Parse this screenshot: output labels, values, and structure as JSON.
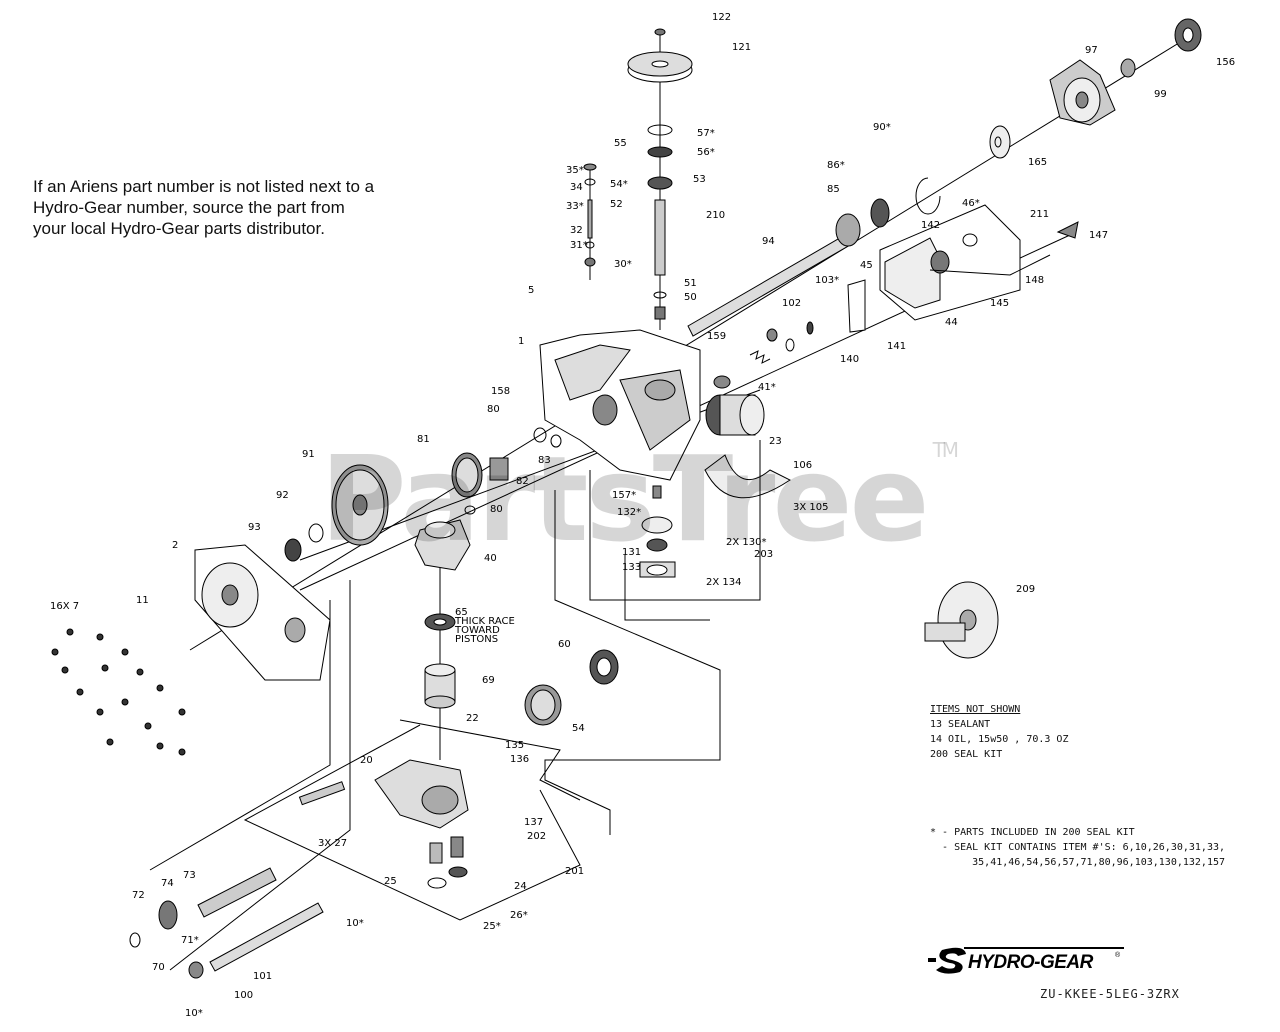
{
  "note": {
    "lines": [
      "If an Ariens part number is not listed next to a",
      "Hydro-Gear number, source the part from",
      "your local Hydro-Gear parts distributor."
    ]
  },
  "watermark": {
    "text": "PartsTree",
    "tm": "TM"
  },
  "callouts": [
    {
      "text": "122"
    },
    {
      "text": "121"
    },
    {
      "text": "57*"
    },
    {
      "text": "56*"
    },
    {
      "text": "55"
    },
    {
      "text": "54*"
    },
    {
      "text": "53"
    },
    {
      "text": "52"
    },
    {
      "text": "210"
    },
    {
      "text": "51"
    },
    {
      "text": "50"
    },
    {
      "text": "35*"
    },
    {
      "text": "34"
    },
    {
      "text": "33*"
    },
    {
      "text": "32"
    },
    {
      "text": "31*"
    },
    {
      "text": "30*"
    },
    {
      "text": "5"
    },
    {
      "text": "1"
    },
    {
      "text": "97"
    },
    {
      "text": "99"
    },
    {
      "text": "156"
    },
    {
      "text": "90*"
    },
    {
      "text": "165"
    },
    {
      "text": "86*"
    },
    {
      "text": "85"
    },
    {
      "text": "94"
    },
    {
      "text": "46*"
    },
    {
      "text": "211"
    },
    {
      "text": "147"
    },
    {
      "text": "142"
    },
    {
      "text": "148"
    },
    {
      "text": "145"
    },
    {
      "text": "45"
    },
    {
      "text": "44"
    },
    {
      "text": "103*"
    },
    {
      "text": "102"
    },
    {
      "text": "141"
    },
    {
      "text": "159"
    },
    {
      "text": "140"
    },
    {
      "text": "41*"
    },
    {
      "text": "23"
    },
    {
      "text": "106"
    },
    {
      "text": "158"
    },
    {
      "text": "80"
    },
    {
      "text": "83"
    },
    {
      "text": "81"
    },
    {
      "text": "82"
    },
    {
      "text": "91"
    },
    {
      "text": "80"
    },
    {
      "text": "92"
    },
    {
      "text": "93"
    },
    {
      "text": "2"
    },
    {
      "text": "40"
    },
    {
      "text": "157*"
    },
    {
      "text": "132*"
    },
    {
      "text": "2X 130*"
    },
    {
      "text": "203"
    },
    {
      "text": "131"
    },
    {
      "text": "133"
    },
    {
      "text": "2X 134"
    },
    {
      "text": "3X 105"
    },
    {
      "text": "11"
    },
    {
      "text": "16X 7"
    },
    {
      "text": "65"
    },
    {
      "text": "THICK RACE"
    },
    {
      "text": "TOWARD"
    },
    {
      "text": "PISTONS"
    },
    {
      "text": "60"
    },
    {
      "text": "69"
    },
    {
      "text": "54"
    },
    {
      "text": "22"
    },
    {
      "text": "20"
    },
    {
      "text": "135"
    },
    {
      "text": "136"
    },
    {
      "text": "137"
    },
    {
      "text": "202"
    },
    {
      "text": "3X 27"
    },
    {
      "text": "201"
    },
    {
      "text": "25"
    },
    {
      "text": "24"
    },
    {
      "text": "26*"
    },
    {
      "text": "25*"
    },
    {
      "text": "73"
    },
    {
      "text": "74"
    },
    {
      "text": "72"
    },
    {
      "text": "71*"
    },
    {
      "text": "70"
    },
    {
      "text": "10*"
    },
    {
      "text": "101"
    },
    {
      "text": "100"
    },
    {
      "text": "10*"
    },
    {
      "text": "209"
    }
  ],
  "items_not_shown": {
    "header": "ITEMS NOT SHOWN",
    "lines": [
      "13 SEALANT",
      "14 OIL, 15w50 , 70.3 OZ",
      "200 SEAL KIT"
    ]
  },
  "seal_kit": {
    "lines": [
      "* - PARTS INCLUDED IN 200 SEAL KIT",
      "  - SEAL KIT CONTAINS ITEM #'S: 6,10,26,30,31,33,",
      "       35,41,46,54,56,57,71,80,96,103,130,132,157"
    ]
  },
  "logo": {
    "text": "HYDRO-GEAR",
    "tm": "®"
  },
  "model": "ZU-KKEE-5LEG-3ZRX"
}
